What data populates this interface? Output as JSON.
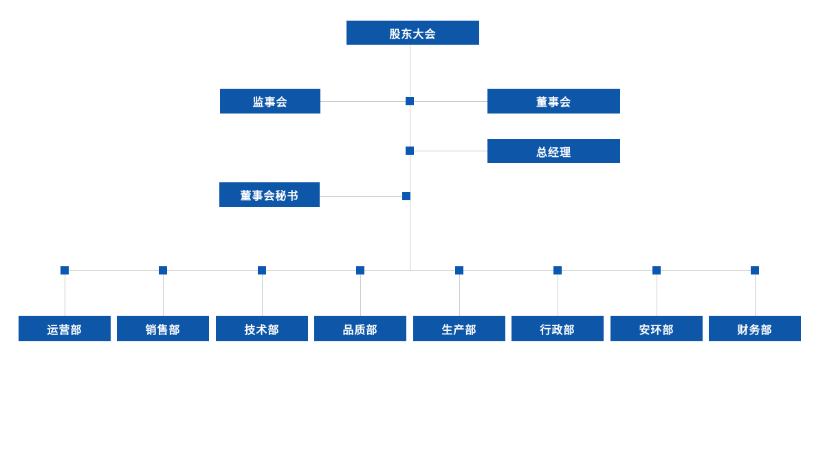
{
  "chart": {
    "type": "org-chart",
    "nodes": {
      "shareholders": "股东大会",
      "supervisory": "监事会",
      "board": "董事会",
      "general_manager": "总经理",
      "board_secretary": "董事会秘书"
    },
    "departments": [
      {
        "label": "运营部"
      },
      {
        "label": "销售部"
      },
      {
        "label": "技术部"
      },
      {
        "label": "品质部"
      },
      {
        "label": "生产部"
      },
      {
        "label": "行政部"
      },
      {
        "label": "安环部"
      },
      {
        "label": "财务部"
      }
    ],
    "colors": {
      "box_blue": "#0e56a7",
      "junction_blue": "#0a58b2",
      "connector_gray": "#cbcbcb",
      "text_white": "#ffffff",
      "background": "#ffffff"
    }
  }
}
